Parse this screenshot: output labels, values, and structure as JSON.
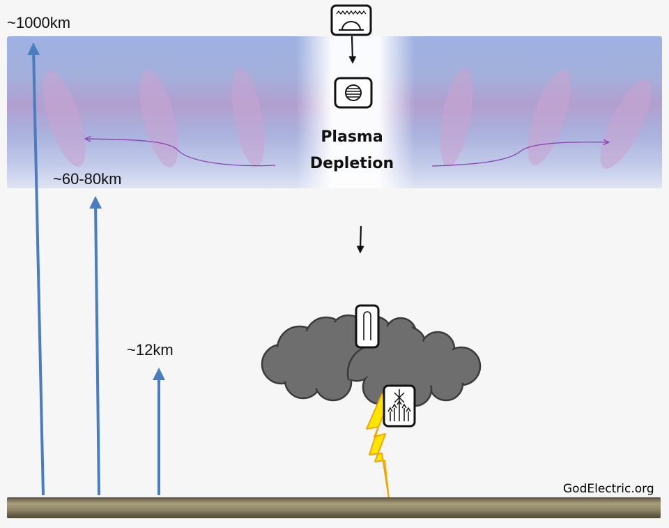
{
  "altitudes": {
    "top": "~1000km",
    "middle": "~60-80km",
    "low": "~12km"
  },
  "layer": {
    "title_line1": "Plasma",
    "title_line2": "Depletion"
  },
  "icons": {
    "top_device": "detector-dome-icon",
    "layer_device": "striped-disc-icon",
    "cloud_device": "upward-tube-icon",
    "lightning_device": "spray-discharge-icon"
  },
  "credit": "GodElectric.org",
  "colors": {
    "arrow_blue": "#4a7cc0",
    "layer_band_blue": "#9fb2e0",
    "layer_band_purple": "#b29ccb",
    "plume": "#c8a4d0",
    "flow_arrow": "#8a3fb0",
    "cloud_fill": "#6e6e6e",
    "cloud_stroke": "#3a3a3a",
    "lightning": "#ffe600",
    "ground": "#8f8665"
  }
}
